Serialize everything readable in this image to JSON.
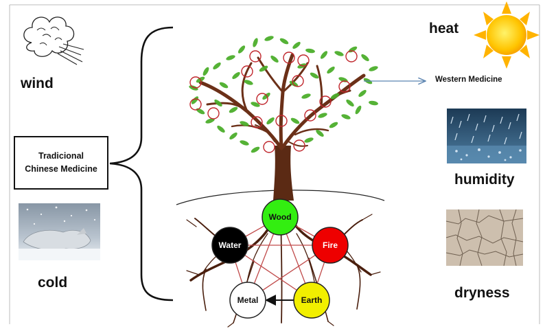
{
  "labels": {
    "wind": "wind",
    "heat": "heat",
    "cold": "cold",
    "humidity": "humidity",
    "dryness": "dryness",
    "western_medicine": "Western Medicine",
    "tcm_line1": "Tradicional",
    "tcm_line2": "Chinese Medicine"
  },
  "elements": {
    "wood": "Wood",
    "fire": "Fire",
    "earth": "Earth",
    "metal": "Metal",
    "water": "Water"
  },
  "element_colors": {
    "wood": "#33ee11",
    "fire": "#ee0000",
    "earth": "#f2ef00",
    "metal": "#ffffff",
    "water": "#000000"
  },
  "icons": [
    "cloud-wind-icon",
    "sun-icon",
    "rain-photo",
    "snow-wolf-photo",
    "cracked-earth-photo",
    "tree-illustration",
    "brace"
  ]
}
